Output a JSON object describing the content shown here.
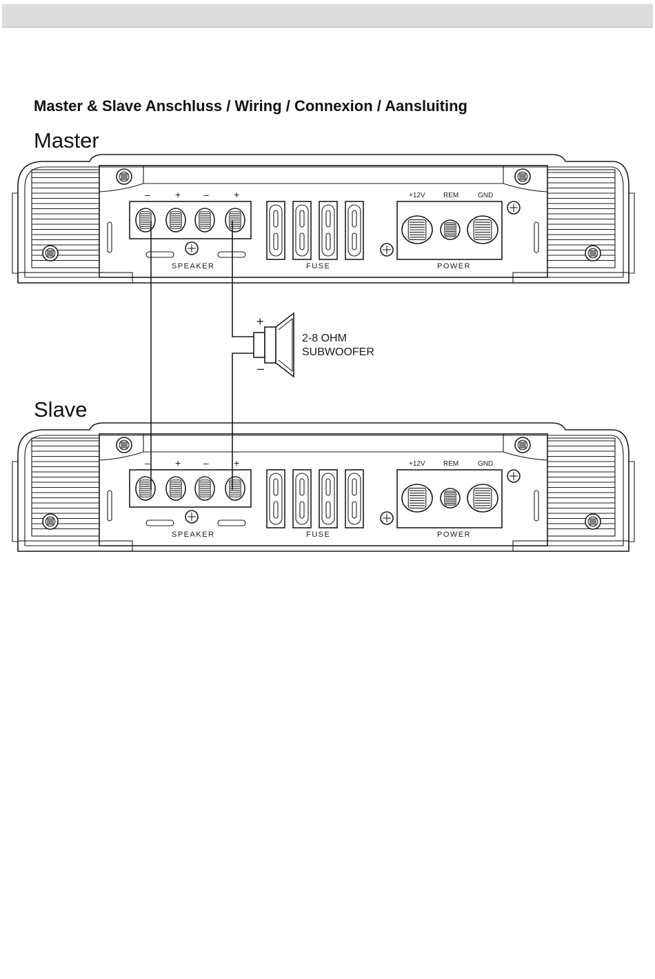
{
  "title": "Master & Slave Anschluss / Wiring / Connexion / Aansluiting",
  "amplifiers": [
    {
      "label": "Master",
      "speaker_polarity": [
        "–",
        "+",
        "–",
        "+"
      ],
      "speaker_label": "SPEAKER",
      "fuse_label": "FUSE",
      "power_terminals": [
        "+12V",
        "REM",
        "GND"
      ],
      "power_label": "POWER"
    },
    {
      "label": "Slave",
      "speaker_polarity": [
        "–",
        "+",
        "–",
        "+"
      ],
      "speaker_label": "SPEAKER",
      "fuse_label": "FUSE",
      "power_terminals": [
        "+12V",
        "REM",
        "GND"
      ],
      "power_label": "POWER"
    }
  ],
  "subwoofer": {
    "plus": "+",
    "minus": "–",
    "line1": "2-8 OHM",
    "line2": "SUBWOOFER"
  },
  "colors": {
    "line": "#1a1a1a",
    "header_bar": "#dcdcdc"
  }
}
